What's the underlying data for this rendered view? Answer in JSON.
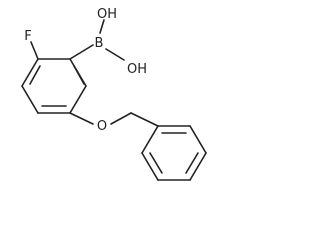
{
  "molecule": {
    "atoms": {
      "fluorine": "F",
      "boron": "B",
      "hydroxyl_top": "OH",
      "hydroxyl_right": "OH",
      "ether_oxygen": "O"
    },
    "colors": {
      "bond": "#222222",
      "label": "#222222",
      "background": "#ffffff"
    }
  }
}
